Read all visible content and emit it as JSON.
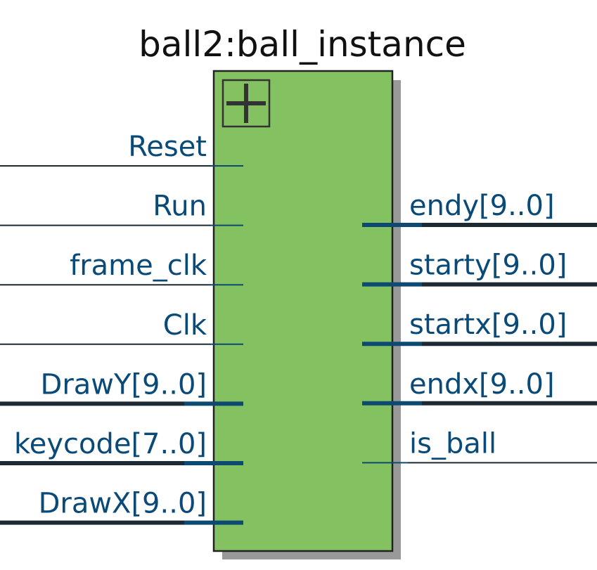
{
  "diagram": {
    "title": "ball2:ball_instance",
    "block": {
      "fill": "#84c160",
      "stroke": "#222222",
      "shadow": "#999999"
    },
    "expand_icon": "plus-square-icon",
    "colors": {
      "wire": "#1e2a33",
      "stub": "#0c4a72",
      "label": "#0a4a78"
    },
    "inputs": [
      {
        "label": "Reset",
        "bus": false
      },
      {
        "label": "Run",
        "bus": false
      },
      {
        "label": "frame_clk",
        "bus": false
      },
      {
        "label": "Clk",
        "bus": false
      },
      {
        "label": "DrawY[9..0]",
        "bus": true
      },
      {
        "label": "keycode[7..0]",
        "bus": true
      },
      {
        "label": "DrawX[9..0]",
        "bus": true
      }
    ],
    "outputs": [
      {
        "label": "endy[9..0]",
        "bus": true
      },
      {
        "label": "starty[9..0]",
        "bus": true
      },
      {
        "label": "startx[9..0]",
        "bus": true
      },
      {
        "label": "endx[9..0]",
        "bus": true
      },
      {
        "label": "is_ball",
        "bus": false
      }
    ]
  }
}
